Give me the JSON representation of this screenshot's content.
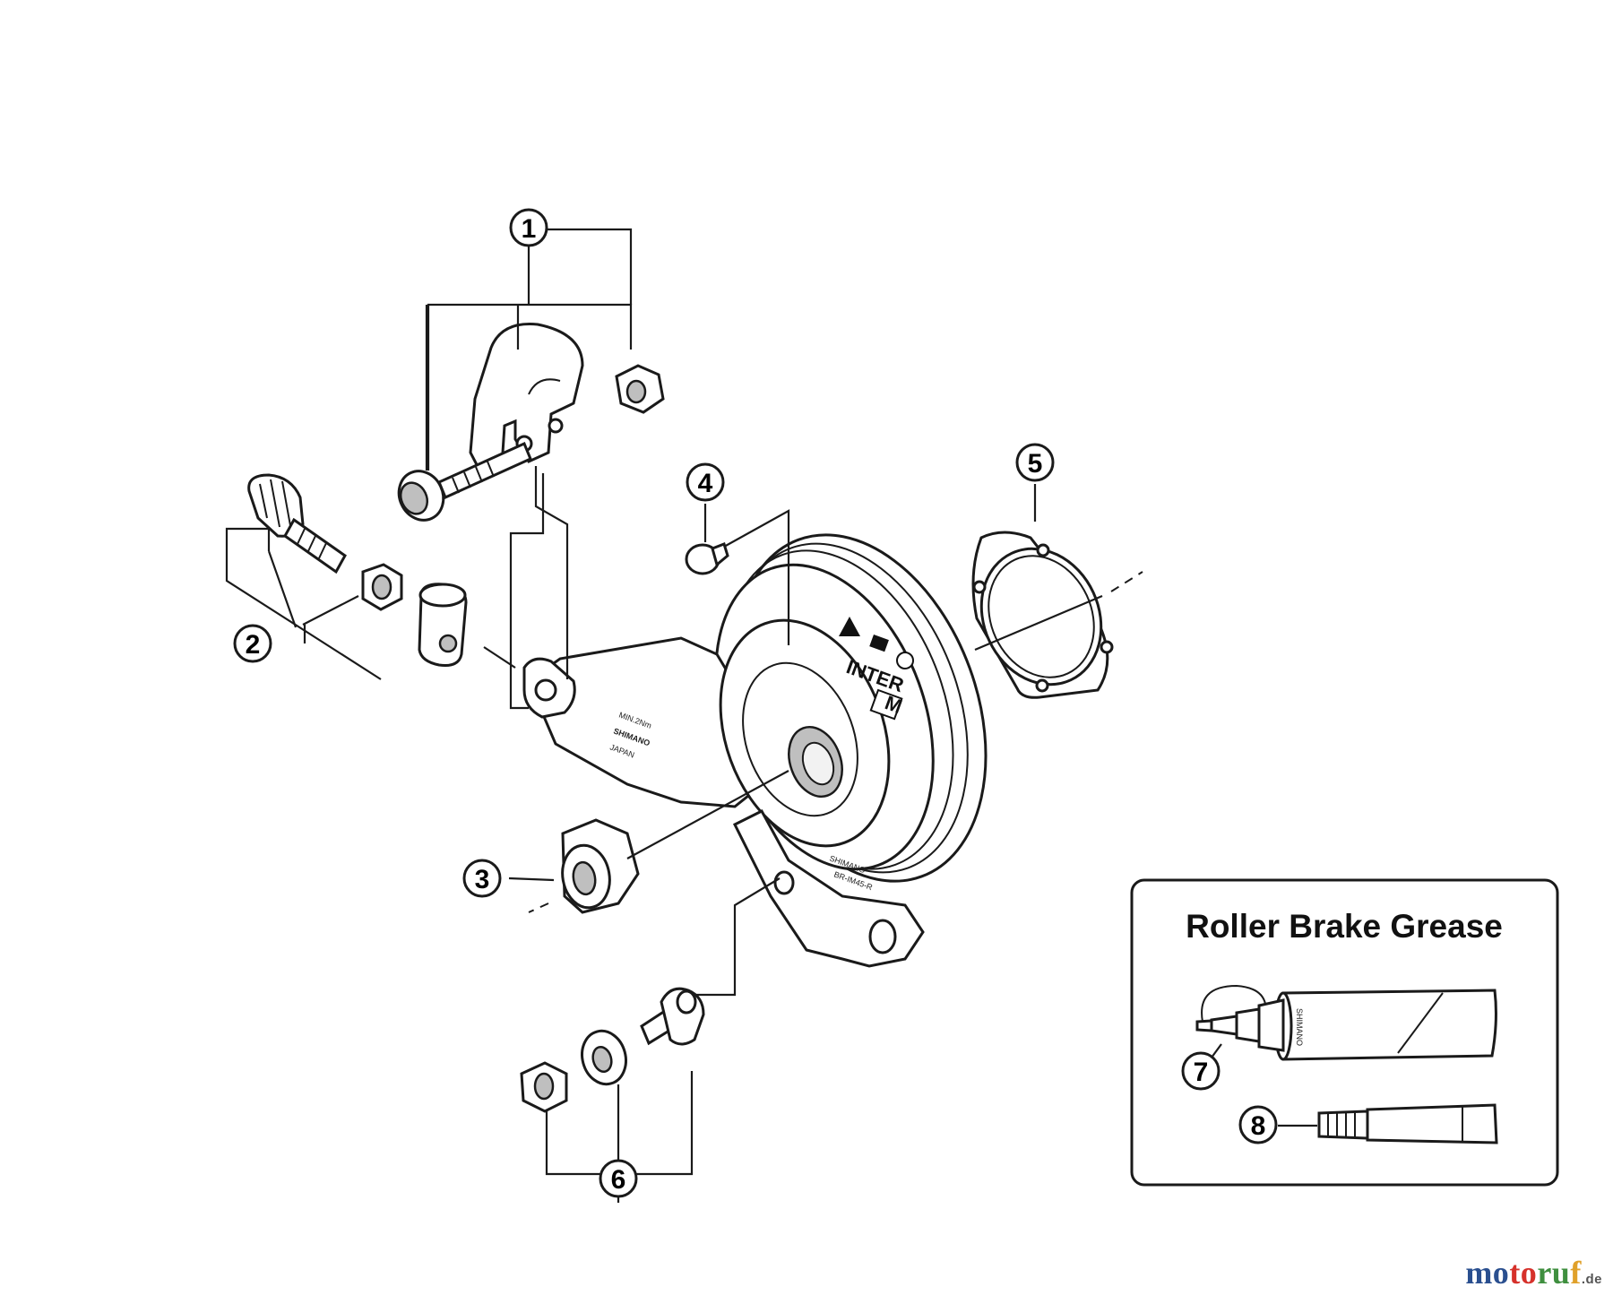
{
  "callouts": [
    {
      "id": "1",
      "label": "1"
    },
    {
      "id": "2",
      "label": "2"
    },
    {
      "id": "3",
      "label": "3"
    },
    {
      "id": "4",
      "label": "4"
    },
    {
      "id": "5",
      "label": "5"
    },
    {
      "id": "6",
      "label": "6"
    },
    {
      "id": "7",
      "label": "7"
    },
    {
      "id": "8",
      "label": "8"
    }
  ],
  "grease_box": {
    "title": "Roller Brake Grease",
    "bottle_brand": "SHIMANO"
  },
  "body_markings": {
    "arm_torque": "MIN.2Nm",
    "arm_brand": "SHIMANO",
    "arm_origin": "JAPAN",
    "disc_text": "INTER",
    "disc_model_mark": "M",
    "hub_brand": "SHIMANO",
    "hub_model": "BR-IM45-R"
  },
  "watermark": {
    "part1": "mo",
    "part2": "to",
    "part3": "ru",
    "part4": "f",
    "suffix": ".de"
  }
}
